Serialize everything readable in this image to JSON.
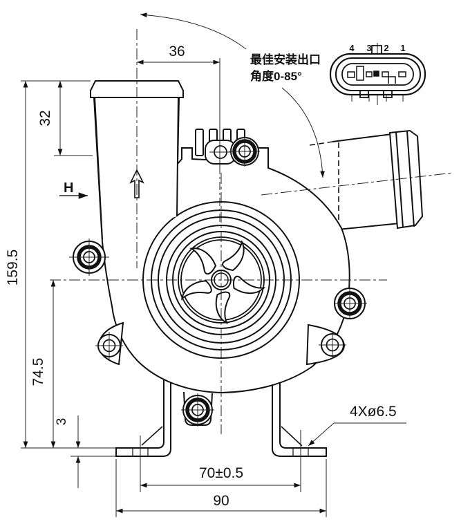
{
  "page": {
    "background": "#ffffff",
    "ink": "#111111",
    "type": "engineering-drawing-water-pump-front-view"
  },
  "annotations": {
    "note_line1": "最佳安装出口",
    "note_line2": "角度0-85°",
    "view_label": "H",
    "holes_callout": "4Xø6.5"
  },
  "dimensions": {
    "outlet_offset": "36",
    "inlet_height": "32",
    "overall_height": "159.5",
    "axis_to_base": "74.5",
    "plate_thickness": "3",
    "hole_pitch": "70±0.5",
    "base_width": "90"
  },
  "connector": {
    "pin_labels": [
      "4",
      "3",
      "2",
      "1"
    ]
  }
}
